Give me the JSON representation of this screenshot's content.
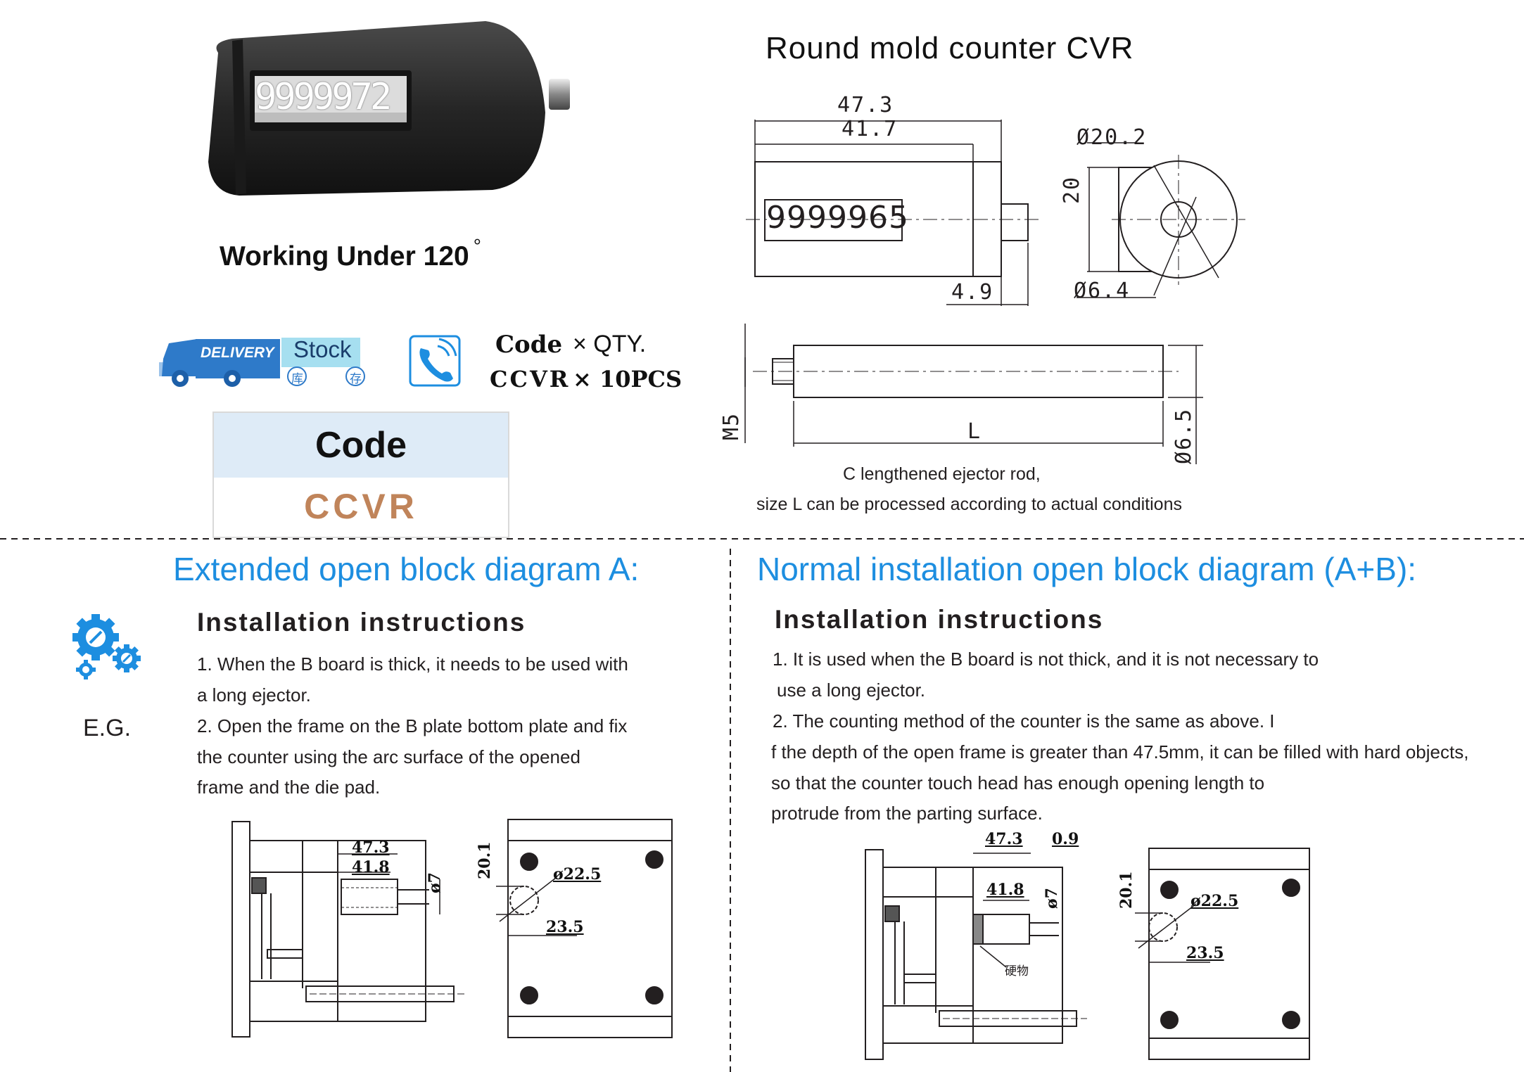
{
  "header": {
    "title": "Round mold counter CVR",
    "working_note": "Working Under 120",
    "degree": "°"
  },
  "photo": {
    "display_value": "9999972"
  },
  "drawing_top": {
    "dim_total": "47.3",
    "dim_body": "41.7",
    "counter_display": "9999965",
    "dim_shaft": "4.9",
    "dim_diameter": "Ø20.2",
    "dim_height": "20",
    "dim_hole": "Ø6.4"
  },
  "drawing_rod": {
    "thread": "M5",
    "length": "L",
    "diameter": "Ø6.5",
    "caption_line1": "C lengthened ejector rod,",
    "caption_line2": "size L can be processed according to actual conditions"
  },
  "badges": {
    "delivery": "DELIVERY",
    "stock": "Stock",
    "stock_cn_1": "库",
    "stock_cn_2": "存",
    "code_label": "Code",
    "qty_label": "× QTY.",
    "code_value": "CCVR",
    "qty_value": "× 10PCS"
  },
  "code_table": {
    "header": "Code",
    "value": "CCVR"
  },
  "section_a": {
    "title": "Extended open block diagram A:",
    "eg": "E.G.",
    "inst_title": "Installation instructions",
    "lines": [
      "1. When the B board is thick, it needs to be used with",
      "a long ejector.",
      "2. Open the frame on the B plate bottom plate and fix",
      "the counter using the arc surface of the opened",
      "frame and the die pad."
    ],
    "dims": {
      "d1": "47.3",
      "d2": "41.8",
      "d3": "ø7",
      "d4": "20.1",
      "d5": "ø22.5",
      "d6": "23.5"
    }
  },
  "section_b": {
    "title": "Normal installation open block diagram (A+B):",
    "inst_title": "Installation instructions",
    "lines": [
      "1. It is used when the B board is not thick, and it is not necessary to",
      "use a long ejector.",
      "2. The counting method of the counter is the same as above. I",
      "f the depth of the open frame is greater than 47.5mm, it can be filled with hard objects,",
      "so that the counter touch head has enough opening length to",
      "protrude from the parting surface."
    ],
    "dims": {
      "d1": "47.3",
      "d2": "0.9",
      "d3": "41.8",
      "d4": "ø7",
      "d5": "20.1",
      "d6": "ø22.5",
      "d7": "23.5",
      "note": "硬物"
    }
  },
  "colors": {
    "accent_blue": "#1d8ee0",
    "code_value": "#c0845a",
    "table_header_bg": "#deebf7"
  },
  "icons": [
    "truck-icon",
    "phone-icon",
    "gears-icon"
  ]
}
